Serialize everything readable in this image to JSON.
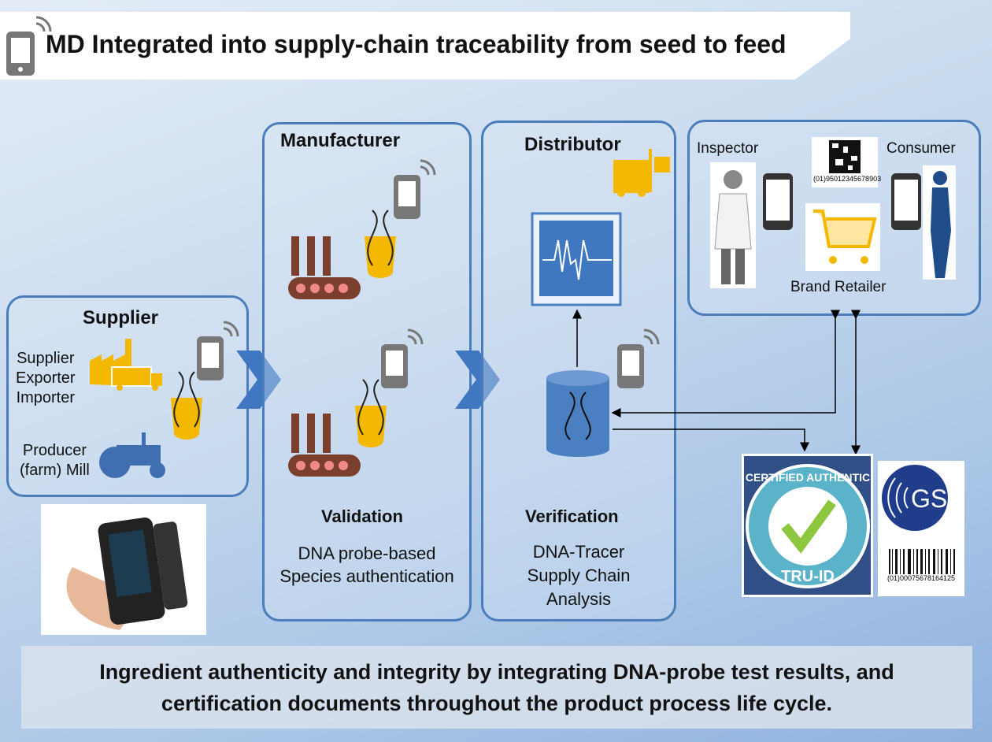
{
  "title": "MD Integrated into supply-chain traceability from seed to feed",
  "supplier": {
    "heading": "Supplier",
    "roles": [
      "Supplier",
      "Exporter",
      "Importer"
    ],
    "producer": [
      "Producer",
      "(farm) Mill"
    ]
  },
  "manufacturer": {
    "heading": "Manufacturer",
    "step": "Validation",
    "desc": [
      "DNA probe-based",
      "Species authentication"
    ]
  },
  "distributor": {
    "heading": "Distributor",
    "step": "Verification",
    "desc": [
      "DNA-Tracer",
      "Supply Chain",
      "Analysis"
    ]
  },
  "retail": {
    "inspector": "Inspector",
    "consumer": "Consumer",
    "retailer": "Brand Retailer",
    "barcode_text": "(01)95012345678903"
  },
  "certs": {
    "tru_id_top": "CERTIFIED AUTHENTIC",
    "tru_id_bottom": "TRU-ID",
    "gs1": "GS1",
    "gs1_barcode": "(01)00075678164125"
  },
  "banner": [
    "Ingredient authenticity and integrity by integrating DNA-probe test results, and",
    "certification documents throughout the product process life cycle."
  ],
  "colors": {
    "box_border": "#4b7dbd",
    "icon_yellow": "#f5b800",
    "icon_gray": "#7a7a7a",
    "chevron": "#3f78c0",
    "db_blue": "#4a7fc1"
  }
}
